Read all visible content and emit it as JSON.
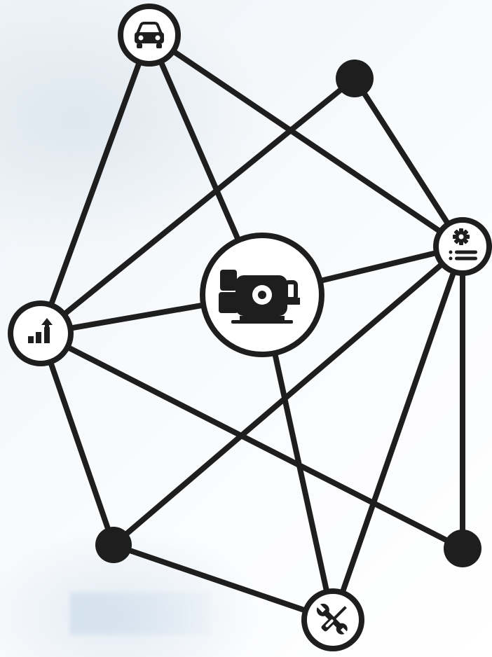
{
  "diagram": {
    "type": "network-graph",
    "line_color": "#1e1e1e",
    "node_fill": "#ffffff",
    "icons": [
      "car-icon",
      "generator-icon",
      "growth-chart-icon",
      "gear-list-icon",
      "tools-icon"
    ],
    "nodes": [
      {
        "id": "car",
        "kind": "icon",
        "icon": "car-icon"
      },
      {
        "id": "dot-top",
        "kind": "dot"
      },
      {
        "id": "settings",
        "kind": "icon",
        "icon": "gear-list-icon"
      },
      {
        "id": "center",
        "kind": "icon",
        "icon": "generator-icon"
      },
      {
        "id": "chart",
        "kind": "icon",
        "icon": "growth-chart-icon"
      },
      {
        "id": "dot-left",
        "kind": "dot"
      },
      {
        "id": "dot-right",
        "kind": "dot"
      },
      {
        "id": "tools",
        "kind": "icon",
        "icon": "tools-icon"
      }
    ],
    "edges": [
      [
        "car",
        "chart"
      ],
      [
        "car",
        "center"
      ],
      [
        "car",
        "settings"
      ],
      [
        "dot-top",
        "chart"
      ],
      [
        "dot-top",
        "settings"
      ],
      [
        "chart",
        "center"
      ],
      [
        "chart",
        "dot-left"
      ],
      [
        "chart",
        "dot-right"
      ],
      [
        "center",
        "settings"
      ],
      [
        "center",
        "tools"
      ],
      [
        "settings",
        "dot-left"
      ],
      [
        "settings",
        "tools"
      ],
      [
        "settings",
        "dot-right"
      ],
      [
        "dot-left",
        "tools"
      ]
    ]
  }
}
